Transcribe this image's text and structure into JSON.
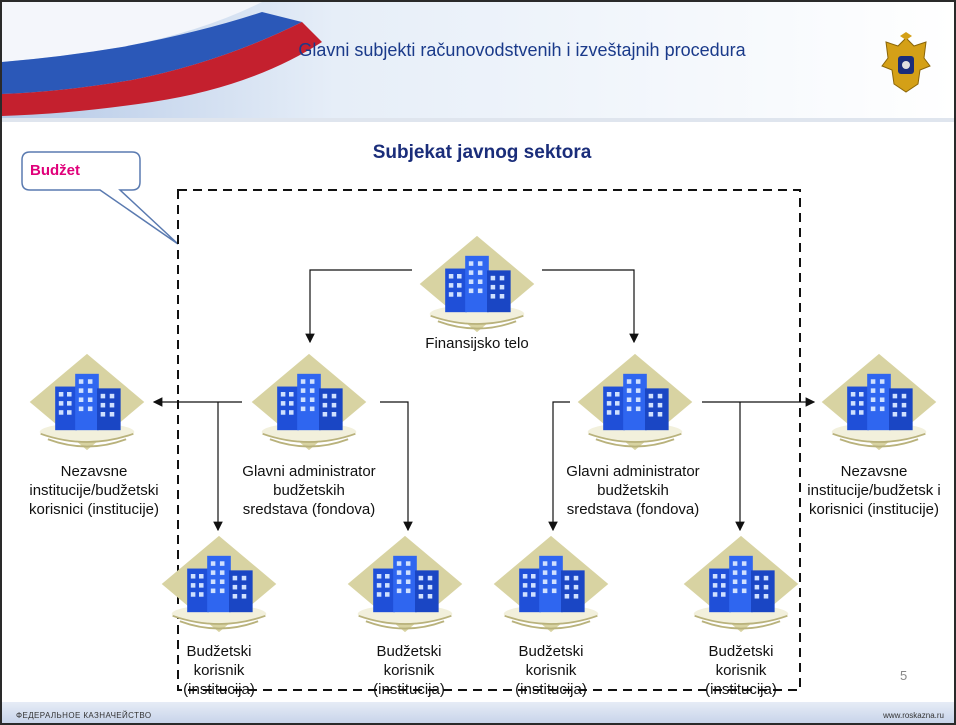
{
  "header": {
    "title": "Glavni subjekti računovodstvenih i izveštajnih procedura"
  },
  "section_title": "Subjekat javnog sektora",
  "callout_label": "Budžet",
  "nodes": {
    "finance_body": "Finansijsko telo",
    "main_admin_left": "Glavni administrator budžetskih sredstava (fondova)",
    "main_admin_right": "Glavni administrator budžetskih sredstava (fondova)",
    "independent_left": "Nezavsne institucije/budžetski korisnici (institucije)",
    "independent_right": "Nezavsne institucije/budžetsk i korisnici (institucije)",
    "user_1": "Budžetski korisnik (institucija)",
    "user_2": "Budžetski korisnik (institucija)",
    "user_3": "Budžetski korisnik (institucija)",
    "user_4": "Budžetski korisnik (institucija)"
  },
  "footer": {
    "left": "ФЕДЕРАЛЬНОЕ КАЗНАЧЕЙСТВО",
    "right": "www.roskazna.ru",
    "page_number": "5"
  },
  "colors": {
    "title_blue": "#1a3a8a",
    "callout_text": "#e0007a",
    "building_blue": "#1f4fd8",
    "building_bg": "#d8d3a2"
  }
}
